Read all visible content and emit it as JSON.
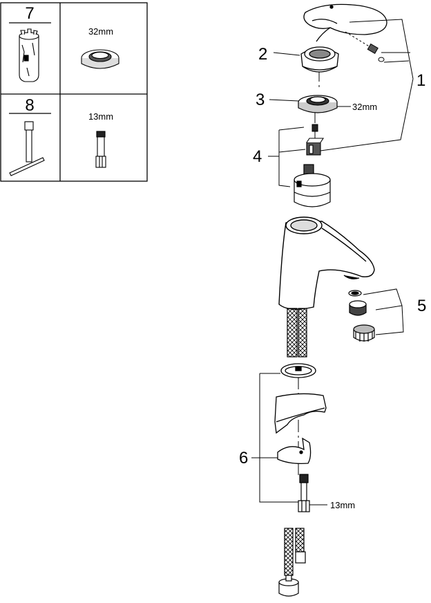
{
  "parts_box": {
    "tool7_num": "7",
    "tool7_size": "32mm",
    "tool8_num": "8",
    "tool8_size": "13mm"
  },
  "callouts": {
    "c1": "1",
    "c2": "2",
    "c3": "3",
    "c4": "4",
    "c5": "5",
    "c6": "6",
    "nut_size": "32mm",
    "stud_size": "13mm"
  }
}
